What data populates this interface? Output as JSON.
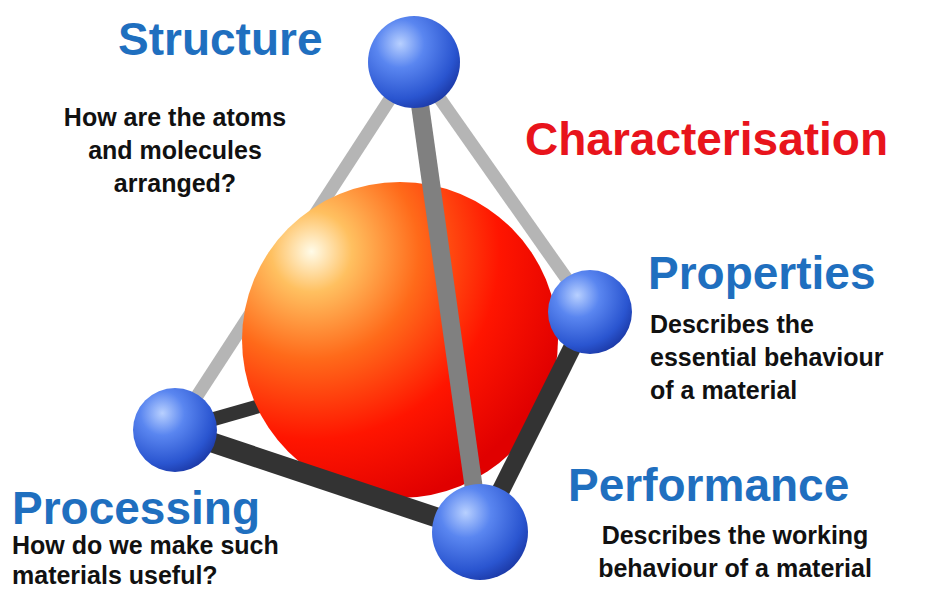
{
  "diagram": {
    "nodes": [
      {
        "text": [
          "Structure",
          "How are the atoms and molecules arranged?"
        ]
      },
      {
        "text": [
          "Properties",
          "Describes the essential behaviour of a material"
        ]
      },
      {
        "text": [
          "Processing",
          "How do we make such materials useful?"
        ]
      },
      {
        "text": [
          "Performance",
          "Describes the working behaviour of a material"
        ]
      }
    ],
    "edges": [
      {
        "from": 0,
        "to": 2,
        "arrow": "none"
      },
      {
        "from": 0,
        "to": 1,
        "arrow": "none"
      },
      {
        "from": 2,
        "to": 1,
        "arrow": "none"
      },
      {
        "from": 0,
        "to": 3,
        "arrow": "none"
      },
      {
        "from": 2,
        "to": 3,
        "arrow": "none"
      },
      {
        "from": 1,
        "to": 3,
        "arrow": "none"
      }
    ],
    "labels": [
      "Characterisation"
    ]
  }
}
